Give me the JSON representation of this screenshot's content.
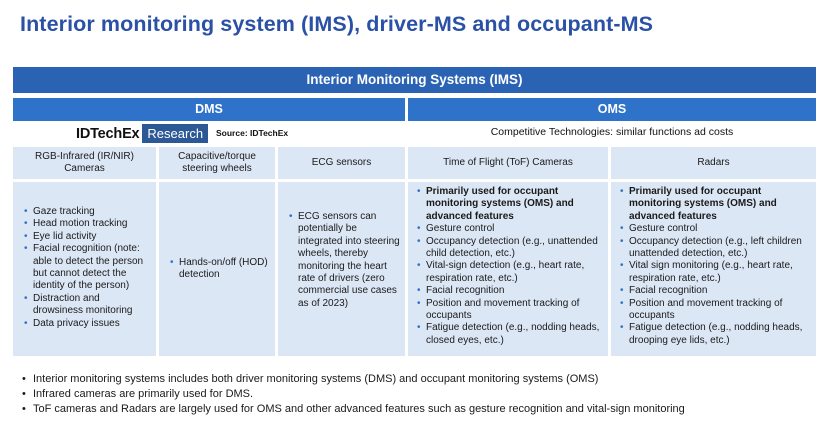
{
  "title": "Interior monitoring system (IMS), driver-MS and occupant-MS",
  "ims_header": "Interior Monitoring Systems (IMS)",
  "dms_header": "DMS",
  "oms_header": "OMS",
  "logo": {
    "brand": "IDTechEx",
    "research": "Research"
  },
  "source": "Source: IDTechEx",
  "competitive": "Competitive Technologies: similar functions ad costs",
  "columns": [
    {
      "header": "RGB-Infrared (IR/NIR) Cameras",
      "items": [
        "Gaze tracking",
        "Head motion tracking",
        "Eye lid activity",
        "Facial recognition (note: able to detect the person but cannot detect the identity of the person)",
        "Distraction and drowsiness monitoring",
        "Data privacy issues"
      ]
    },
    {
      "header": "Capacitive/torque steering wheels",
      "items": [
        "Hands-on/off (HOD) detection"
      ]
    },
    {
      "header": "ECG sensors",
      "items": [
        "ECG sensors can potentially be integrated into steering wheels, thereby monitoring the heart rate of drivers (zero commercial use cases as of 2023)"
      ]
    },
    {
      "header": "Time of Flight (ToF) Cameras",
      "items": [
        "Primarily used for occupant monitoring systems (OMS) and advanced features",
        "Gesture control",
        "Occupancy detection (e.g., unattended child detection, etc.)",
        "Vital-sign detection (e.g., heart rate, respiration rate, etc.)",
        "Facial recognition",
        "Position and movement tracking of occupants",
        "Fatigue detection (e.g., nodding heads, closed eyes, etc.)"
      ]
    },
    {
      "header": "Radars",
      "items": [
        "Primarily used for occupant monitoring systems (OMS) and advanced features",
        "Gesture control",
        "Occupancy detection (e.g., left children unattended detection, etc.)",
        "Vital sign monitoring (e.g., heart rate, respiration rate, etc.)",
        "Facial recognition",
        "Position and movement tracking of occupants",
        "Fatigue detection (e.g., nodding heads, drooping eye lids, etc.)"
      ]
    }
  ],
  "notes": [
    "Interior monitoring systems includes both driver monitoring systems (DMS) and occupant monitoring systems (OMS)",
    "Infrared cameras are primarily used for DMS.",
    "ToF cameras and Radars are largely used for OMS and other advanced features such as gesture recognition and vital-sign monitoring"
  ],
  "colors": {
    "title": "#2a51a6",
    "ims_bar": "#2b63b4",
    "section_bar": "#2f72c9",
    "cell_bg": "#dce7f6"
  }
}
